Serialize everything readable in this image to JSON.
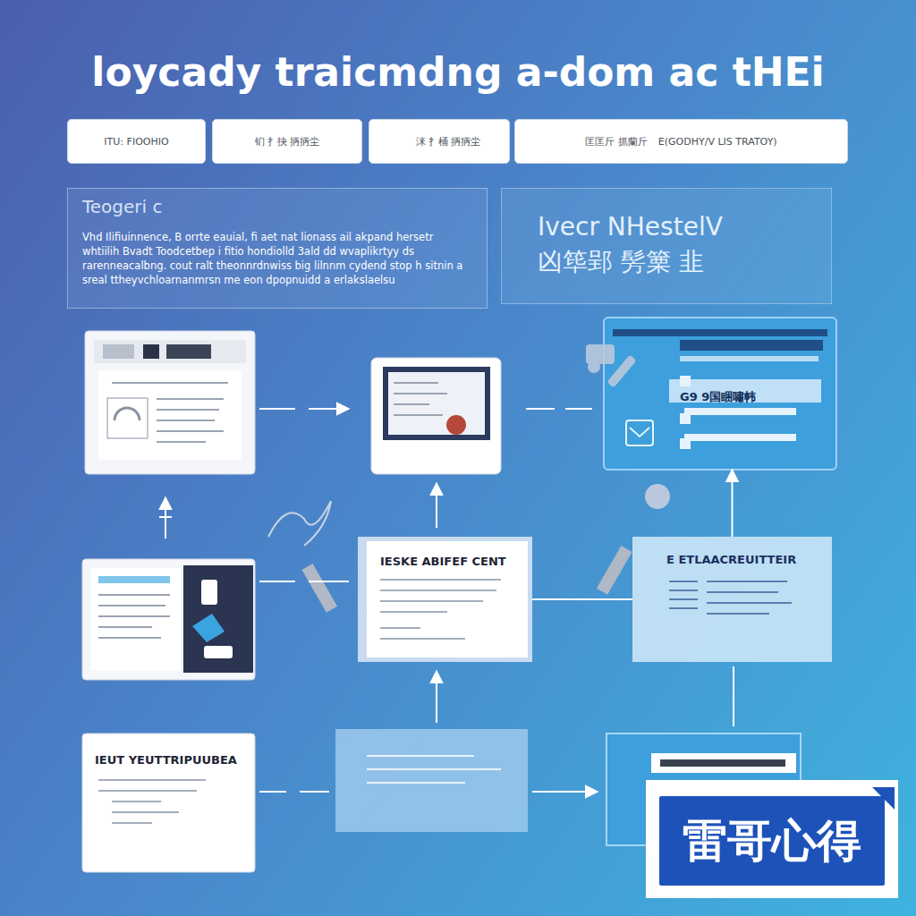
{
  "diagram": {
    "title": "loycady traicmdng a-dom ac tHEi",
    "nodes": [
      {
        "text": [
          "ITU: FIOOHIO"
        ]
      },
      {
        "text": [
          "钔 扌抉 抦抦坣"
        ]
      },
      {
        "text": [
          "洣 扌桶 抦抦坣"
        ]
      },
      {
        "text": [
          "匡匡斤 抓蘭斤",
          "E(GODHY/V LIS TRATOY)"
        ]
      },
      {
        "text": [
          "Teogeri c",
          "Vhd Ilifiuinnence, B orrte eauial, fi aet nat lionass ail akpand hersetr whtiilih Bvadt Toodcetbep i fitio hondiolld 3ald dd wvaplikrtyy ds rarenneacalbng. cout ralt theonnrdnwiss big lilnnm cydend stop h sitnin a sreal ttheyvchloarnanmrsn me eon dpopnuidd a erlakslaelsu"
        ]
      },
      {
        "text": [
          "Ivecr NHestelV",
          "凶筚郢 髣篥 韭"
        ]
      },
      {
        "text": [
          "G9 9国睏嘯帏"
        ]
      },
      {
        "text": [
          "IESKE ABIFEF CENT"
        ]
      },
      {
        "text": [
          "E ETLAACREUITTEIR"
        ]
      },
      {
        "text": [
          "IEUT YEUTTRIPUUBEA"
        ]
      }
    ],
    "edges": [
      {
        "from": 7,
        "to": 8,
        "arrow": "none"
      },
      {
        "from": 8,
        "to": 6,
        "arrow": "to"
      }
    ],
    "labels": [
      "雷哥心得"
    ]
  }
}
